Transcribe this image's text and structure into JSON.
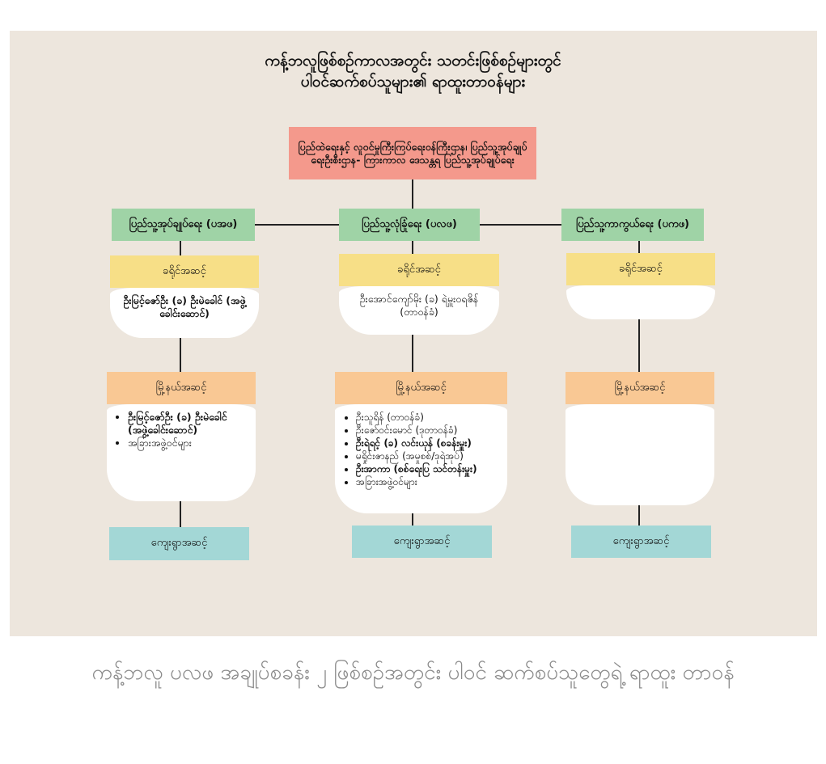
{
  "title": {
    "line1": "ကန့်ဘလူဖြစ်စဉ်ကာလအတွင်း သတင်းဖြစ်စဉ်များတွင်",
    "line2": "ပါဝင်ဆက်စပ်သူများ၏ ရာထူးတာဝန်များ"
  },
  "root": "ပြည်ထဲရေးနှင့် လူဝင်မှုကြီးကြပ်ရေးဝန်ကြီးဌာန၊ ပြည်သူ့အုပ်ချုပ်ရေးဦးစီးဌာန- ကြားကာလ ဒေသန္တရ ပြည်သူ့အုပ်ချုပ်ရေး",
  "branches": [
    {
      "name": "ပြည်သူ့အုပ်ချုပ်ရေး (ပအဖ)",
      "district_label": "ခရိုင်အဆင့်",
      "district_text": "ဦးမြင့်ဇော်ဦး (ခ) ဦးမဲခေါင် (အဖွဲ့ခေါင်းဆောင်)",
      "township_label": "မြို့နယ်အဆင့်",
      "township_items": [
        {
          "text": "ဦးမြင့်ဇော်ဦး (ခ) ဦးမဲခေါင် (အဖွဲ့ခေါင်းဆောင်)",
          "bold": true
        },
        {
          "text": "အခြားအဖွဲ့ဝင်များ",
          "bold": false
        }
      ],
      "village_label": "ကျေးရွာအဆင့်"
    },
    {
      "name": "ပြည်သူ့လုံခြုံရေး (ပလဖ)",
      "district_label": "ခရိုင်အဆင့်",
      "district_text": "ဦးအောင်ကျော်မိုး (ခ) ရဲမှူးဝရဇိန် (တာဝန်ခံ)",
      "township_label": "မြို့နယ်အဆင့်",
      "township_items": [
        {
          "text": "ဦးသူရိန် (တာဝန်ခံ)",
          "bold": false
        },
        {
          "text": "ဦးဇော်ဝင်းမောင် (ဒုတာဝန်ခံ)",
          "bold": false
        },
        {
          "text": "ဦးရဲရင့် (ခ) လင်းယုန် (စခန်းမှူး)",
          "bold": true
        },
        {
          "text": "မရှိုင်းဇာနည် (အမှုစစ်/ဒုရဲအုပ်)",
          "bold": false
        },
        {
          "text": "ဦးအာကာ (စစ်ရေးပြ သင်တန်းမှူး)",
          "bold": true
        },
        {
          "text": "အခြားအဖွဲ့ဝင်များ",
          "bold": false
        }
      ],
      "village_label": "ကျေးရွာအဆင့်"
    },
    {
      "name": "ပြည်သူ့ကာကွယ်ရေး (ပကဖ)",
      "district_label": "ခရိုင်အဆင့်",
      "district_text": "",
      "township_label": "မြို့နယ်အဆင့်",
      "township_items": [],
      "village_label": "ကျေးရွာအဆင့်"
    }
  ],
  "caption": "ကန့်ဘလူ ပလဖ အချုပ်စခန်း ၂ ဖြစ်စဉ်အတွင်း ပါဝင် ဆက်စပ်သူတွေရဲ့ ရာထူး တာဝန်"
}
